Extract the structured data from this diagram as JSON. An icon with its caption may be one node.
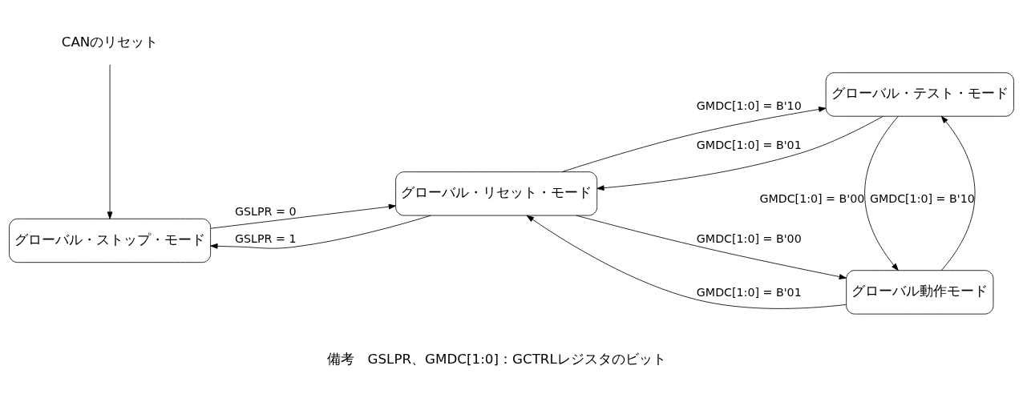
{
  "diagram": {
    "nodes": [
      {
        "text": [
          "CANのリセット"
        ]
      },
      {
        "text": [
          "グローバル・ストップ・モード"
        ]
      },
      {
        "text": [
          "グローバル・リセット・モード"
        ]
      },
      {
        "text": [
          "グローバル動作モード"
        ]
      },
      {
        "text": [
          "グローバル・テスト・モード"
        ]
      }
    ],
    "edges": [
      {
        "from": 0,
        "to": 1,
        "arrow": "to"
      },
      {
        "from": 1,
        "to": 2,
        "arrow": "to",
        "label": "GSLPR = 0"
      },
      {
        "from": 2,
        "to": 1,
        "arrow": "to",
        "label": "GSLPR = 1"
      },
      {
        "from": 2,
        "to": 3,
        "arrow": "to",
        "label": "GMDC[1:0] = B'00"
      },
      {
        "from": 3,
        "to": 2,
        "arrow": "to",
        "label": "GMDC[1:0] = B'01"
      },
      {
        "from": 2,
        "to": 4,
        "arrow": "to",
        "label": "GMDC[1:0] = B'10"
      },
      {
        "from": 4,
        "to": 2,
        "arrow": "to",
        "label": "GMDC[1:0] = B'01"
      },
      {
        "from": 3,
        "to": 4,
        "arrow": "to",
        "label": "GMDC[1:0] = B'10"
      },
      {
        "from": 4,
        "to": 3,
        "arrow": "to",
        "label": "GMDC[1:0] = B'00"
      }
    ],
    "labels": [
      "備考　GSLPR、GMDC[1:0]：GCTRLレジスタのビット"
    ]
  }
}
